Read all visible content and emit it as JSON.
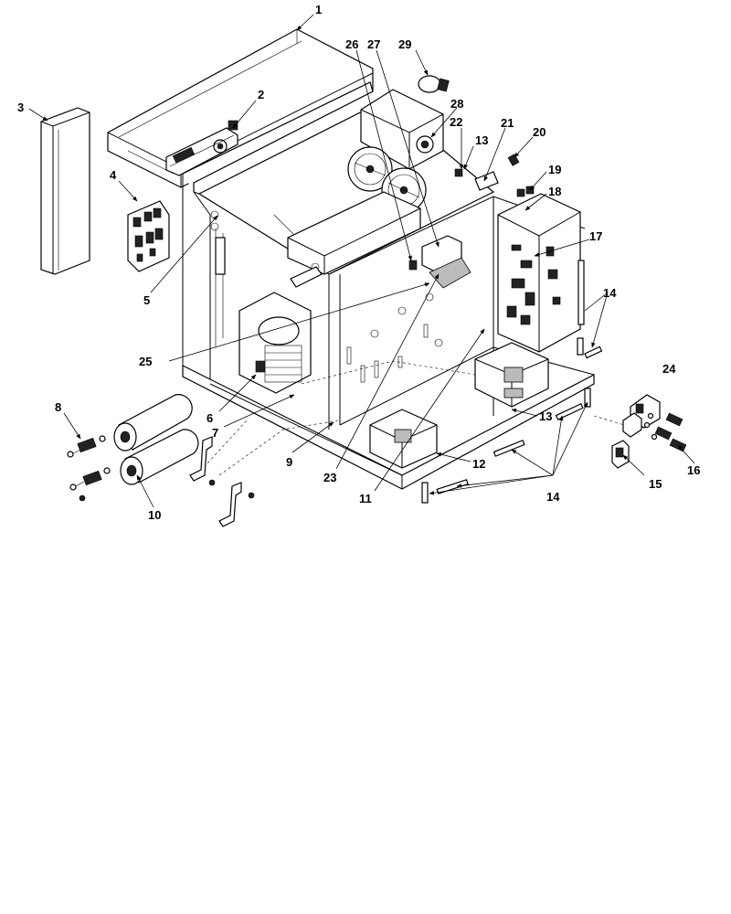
{
  "callouts": [
    {
      "id": "c1",
      "text": "1"
    },
    {
      "id": "c2",
      "text": "2"
    },
    {
      "id": "c3",
      "text": "3"
    },
    {
      "id": "c4",
      "text": "4"
    },
    {
      "id": "c5",
      "text": "5"
    },
    {
      "id": "c6",
      "text": "6"
    },
    {
      "id": "c7",
      "text": "7"
    },
    {
      "id": "c8",
      "text": "8"
    },
    {
      "id": "c9",
      "text": "9"
    },
    {
      "id": "c10",
      "text": "10"
    },
    {
      "id": "c11",
      "text": "11"
    },
    {
      "id": "c12",
      "text": "12"
    },
    {
      "id": "c13a",
      "text": "13"
    },
    {
      "id": "c13b",
      "text": "13"
    },
    {
      "id": "c14a",
      "text": "14"
    },
    {
      "id": "c14b",
      "text": "14"
    },
    {
      "id": "c15",
      "text": "15"
    },
    {
      "id": "c16",
      "text": "16"
    },
    {
      "id": "c17",
      "text": "17"
    },
    {
      "id": "c18",
      "text": "18"
    },
    {
      "id": "c19",
      "text": "19"
    },
    {
      "id": "c20",
      "text": "20"
    },
    {
      "id": "c21",
      "text": "21"
    },
    {
      "id": "c22",
      "text": "22"
    },
    {
      "id": "c23",
      "text": "23"
    },
    {
      "id": "c24",
      "text": "24"
    },
    {
      "id": "c25",
      "text": "25"
    },
    {
      "id": "c26",
      "text": "26"
    },
    {
      "id": "c27",
      "text": "27"
    },
    {
      "id": "c28",
      "text": "28"
    },
    {
      "id": "c29",
      "text": "29"
    }
  ]
}
